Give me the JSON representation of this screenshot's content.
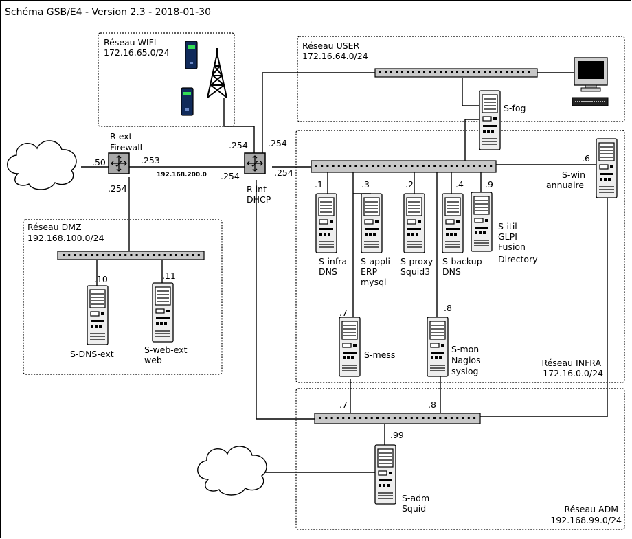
{
  "title": "Schéma GSB/E4 - Version 2.3 - 2018-01-30",
  "colors": {
    "switch": "#c8c8c8",
    "router": "#a8a8a8",
    "led": "#33dd55"
  },
  "zones": {
    "wifi": {
      "name": "Réseau WIFI",
      "net": "172.16.65.0/24"
    },
    "user": {
      "name": "Réseau USER",
      "net": "172.16.64.0/24"
    },
    "dmz": {
      "name": "Réseau DMZ",
      "net": "192.168.100.0/24"
    },
    "infra": {
      "name": "Réseau INFRA",
      "net": "172.16.0.0/24"
    },
    "adm": {
      "name": "Réseau ADM",
      "net": "192.168.99.0/24"
    }
  },
  "routers": {
    "rext": {
      "line1": "R-ext",
      "line2": "Firewall",
      "ip_left": ".50",
      "ip_right": ".253",
      "ip_down": ".254"
    },
    "rint": {
      "line1": "R-int",
      "line2": "DHCP",
      "ip_top_left": ".254",
      "ip_top_right": ".254",
      "ip_left": ".254",
      "ip_right": ".254"
    }
  },
  "link_label": "192.168.200.0",
  "servers": {
    "sfog": {
      "name": "S-fog"
    },
    "swin": {
      "name": "S-win",
      "role": "annuaire",
      "ip": ".6"
    },
    "sinfra": {
      "name": "S-infra",
      "role": "DNS",
      "ip": ".1"
    },
    "sappli": {
      "name": "S-appli",
      "role": "ERP",
      "role2": "mysql",
      "ip": ".3"
    },
    "sproxy": {
      "name": "S-proxy",
      "role": "Squid3",
      "ip": ".2"
    },
    "sbackup": {
      "name": "S-backup",
      "role": "DNS",
      "ip": ".4"
    },
    "sitil": {
      "name": "S-itil",
      "role": "GLPI",
      "role2": "Fusion",
      "role3": "Directory",
      "ip": ".9"
    },
    "smess": {
      "name": "S-mess",
      "ip": ".7"
    },
    "smon": {
      "name": "S-mon",
      "role": "Nagios",
      "role2": "syslog",
      "ip": ".8"
    },
    "sdnsext": {
      "name": "S-DNS-ext",
      "ip": ".10"
    },
    "swebext": {
      "name": "S-web-ext",
      "role": "web",
      "ip": ".11"
    },
    "sadm": {
      "name": "S-adm",
      "role": "Squid",
      "ip": ".99"
    }
  },
  "adm_ips": {
    "mess": ".7",
    "mon": ".8"
  },
  "icons": [
    "cloud-icon",
    "router-icon",
    "switch-icon",
    "server-icon",
    "antenna-icon",
    "wifi-device-icon",
    "monitor-icon",
    "keyboard-icon"
  ]
}
